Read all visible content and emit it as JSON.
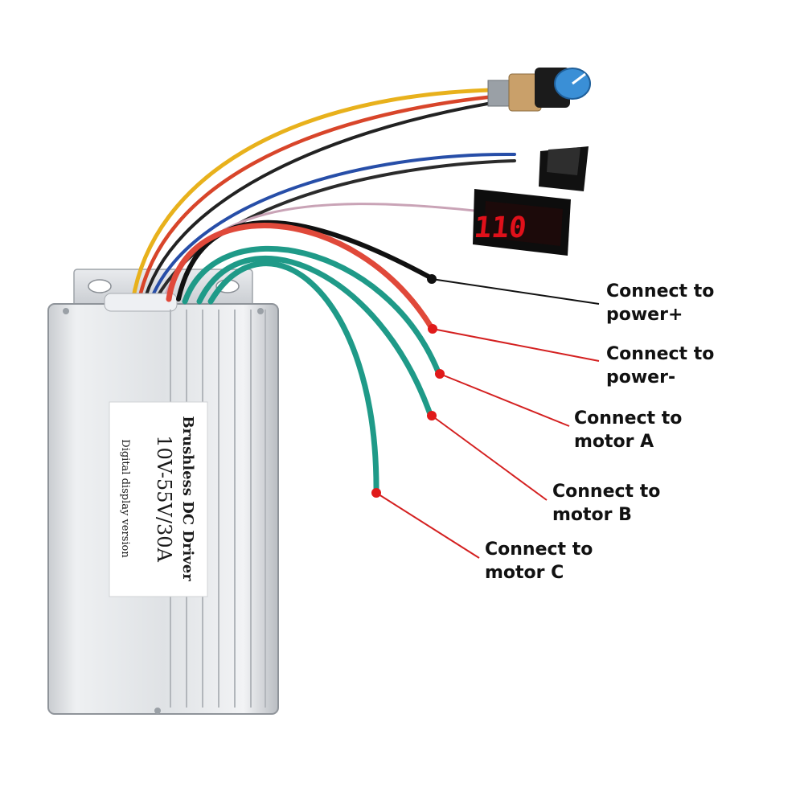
{
  "product": {
    "name": "Brushless DC Driver",
    "rating": "10V-55V/30A",
    "version": "Digital display version"
  },
  "display": {
    "readout": "110",
    "digit_color": "#e0101a"
  },
  "callouts": [
    {
      "id": "power-plus",
      "line1": "Connect to",
      "line2": "power+",
      "wire_color": "#111111"
    },
    {
      "id": "power-minus",
      "line1": "Connect to",
      "line2": "power-",
      "wire_color": "#e0493a"
    },
    {
      "id": "motor-a",
      "line1": "Connect to",
      "line2": "motor A",
      "wire_color": "#1f9a88"
    },
    {
      "id": "motor-b",
      "line1": "Connect to",
      "line2": "motor B",
      "wire_color": "#1f9a88"
    },
    {
      "id": "motor-c",
      "line1": "Connect to",
      "line2": "motor C",
      "wire_color": "#1f9a88"
    }
  ],
  "colors": {
    "leader_line": "#d42020",
    "leader_dot": "#e01a1a",
    "housing": "#d9dcdf",
    "potentiometer_knob": "#3a8fd6"
  },
  "icons": [
    "potentiometer-icon",
    "rocker-switch-icon",
    "led-display-icon"
  ]
}
